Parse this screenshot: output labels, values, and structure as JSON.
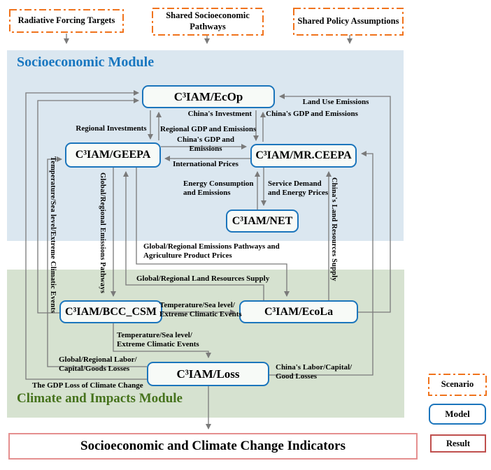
{
  "scenarios": [
    {
      "label": "Radiative Forcing Targets"
    },
    {
      "label": "Shared Socioeconomic Pathways"
    },
    {
      "label": "Shared Policy Assumptions"
    }
  ],
  "modules": {
    "socioeconomic": {
      "title": "Socioeconomic Module"
    },
    "climate": {
      "title": "Climate and Impacts Module"
    }
  },
  "models": {
    "ecop": "C³IAM/EcOp",
    "geepa": "C³IAM/GEEPA",
    "mrceepa": "C³IAM/MR.CEEPA",
    "net": "C³IAM/NET",
    "bcc": "C³IAM/BCC_CSM",
    "ecola": "C³IAM/EcoLa",
    "loss": "C³IAM/Loss"
  },
  "edge_labels": {
    "land_use_emissions": "Land Use Emissions",
    "chinas_gdp_and_emissions_top": "China's GDP and Emissions",
    "chinas_investment": "China's Investment",
    "regional_investments": "Regional Investments",
    "regional_gdp_and_emissions": "Regional GDP and Emissions",
    "chinas_gdp_and_emissions_mid": "China's GDP and\nEmissions",
    "international_prices": "International Prices",
    "energy_consumption_and_emissions": "Energy Consumption\nand Emissions",
    "service_demand_and_energy_prices": "Service Demand\nand Energy Prices",
    "temperature_sea_level_extreme_climatic_events_left": "Temperature/Sea level/Extreme Climatic Events",
    "global_regional_emissions_pathways": "Global/Regional Emissions Pathways",
    "chinas_land_resources_supply": "China's Land Resources Supply",
    "global_regional_emissions_pathways_and_agriculture_product_prices": "Global/Regional Emissions Pathways and\nAgriculture Product Prices",
    "global_regional_land_resources_supply": "Global/Regional Land Resources Supply",
    "temperature_sea_level_mid": "Temperature/Sea level/\nExtreme Climatic Events",
    "temperature_sea_level_low": "Temperature/Sea level/\nExtreme Climatic Events",
    "global_regional_labor_capital_goods_losses": "Global/Regional Labor/\nCapital/Goods Losses",
    "the_gdp_loss_of_climate_change": "The GDP Loss of Climate Change",
    "chinas_labor_capital_good_losses": "China's Labor/Capital/\nGood Losses"
  },
  "result": {
    "label": "Socioeconomic and Climate Change Indicators"
  },
  "legend": {
    "scenario": "Scenario",
    "model": "Model",
    "result": "Result"
  },
  "colors": {
    "accent_blue": "#1b75bc",
    "scenario_orange": "#f0731c",
    "result_red": "#bf4f4d",
    "module_blue_bg": "#dbe7f0",
    "module_green_bg": "#d6e2d0",
    "line_gray": "#7a7a7a"
  }
}
